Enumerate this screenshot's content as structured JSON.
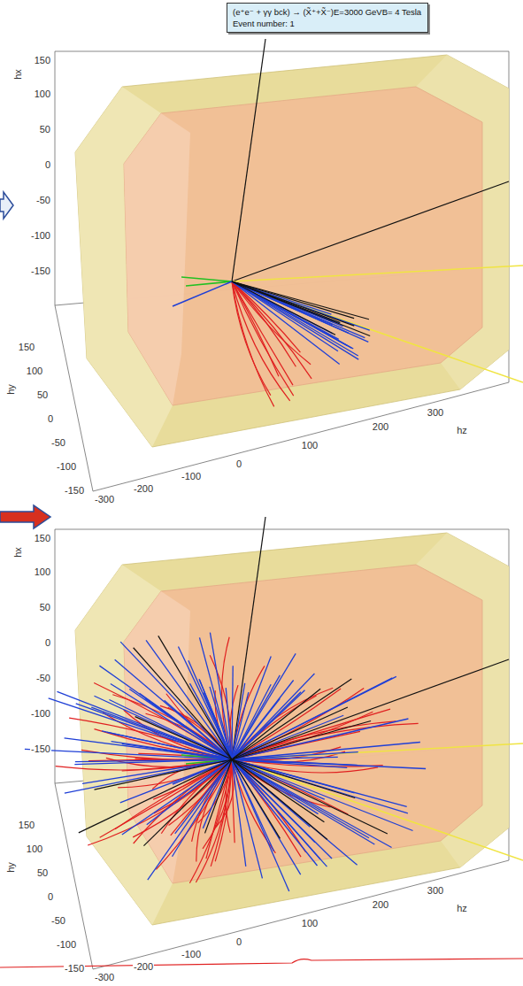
{
  "diagram": {
    "nodes": [
      {
        "text": [
          "(e⁺e⁻ + γγ bck) → (X̃⁺+X̃⁻)E=3000 GeVB= 4 Tesla",
          "Event number: 1"
        ]
      }
    ],
    "labels": [
      "150",
      "100",
      "50",
      "0",
      "-50",
      "-100",
      "-150",
      "hx",
      "150",
      "100",
      "50",
      "0",
      "-50",
      "-100",
      "-150",
      "hy",
      "-300",
      "-200",
      "-100",
      "0",
      "100",
      "200",
      "300",
      "hz",
      "150",
      "100",
      "50",
      "0",
      "-50",
      "-100",
      "-150",
      "hx",
      "150",
      "100",
      "50",
      "0",
      "-50",
      "-100",
      "-150",
      "hy",
      "-300",
      "-200",
      "-100",
      "0",
      "100",
      "200",
      "300",
      "hz"
    ]
  }
}
